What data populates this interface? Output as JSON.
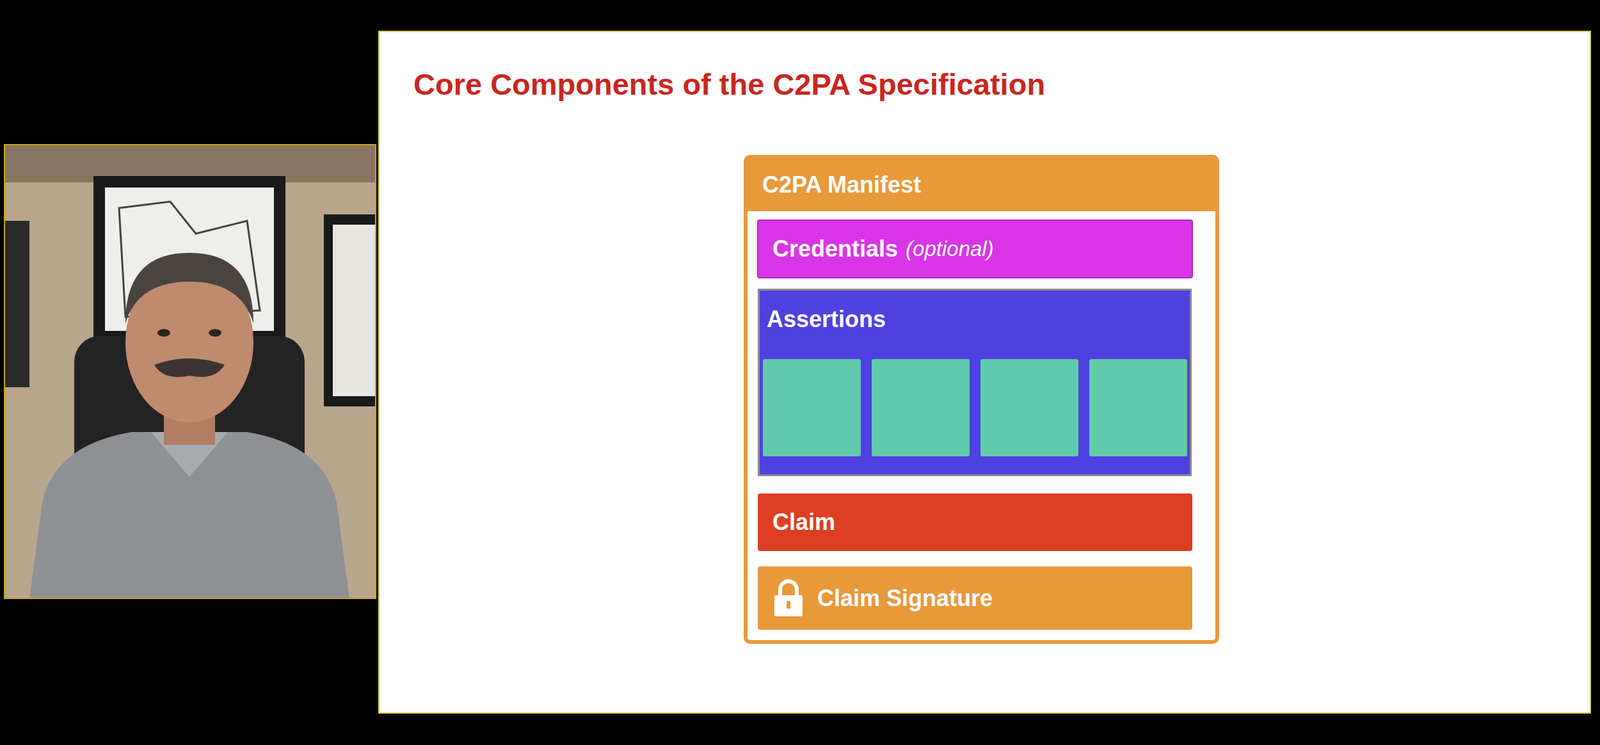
{
  "diagram": {
    "title": "Core Components of the C2PA Specification",
    "nodes": [
      {
        "text": [
          "C2PA Manifest"
        ]
      },
      {
        "text": [
          "Credentials",
          "(optional)"
        ],
        "in": 0
      },
      {
        "text": [
          "Assertions"
        ],
        "in": 0
      },
      {
        "text": [
          "Claim"
        ],
        "in": 0
      },
      {
        "text": [
          "Claim Signature"
        ],
        "in": 0
      }
    ]
  }
}
